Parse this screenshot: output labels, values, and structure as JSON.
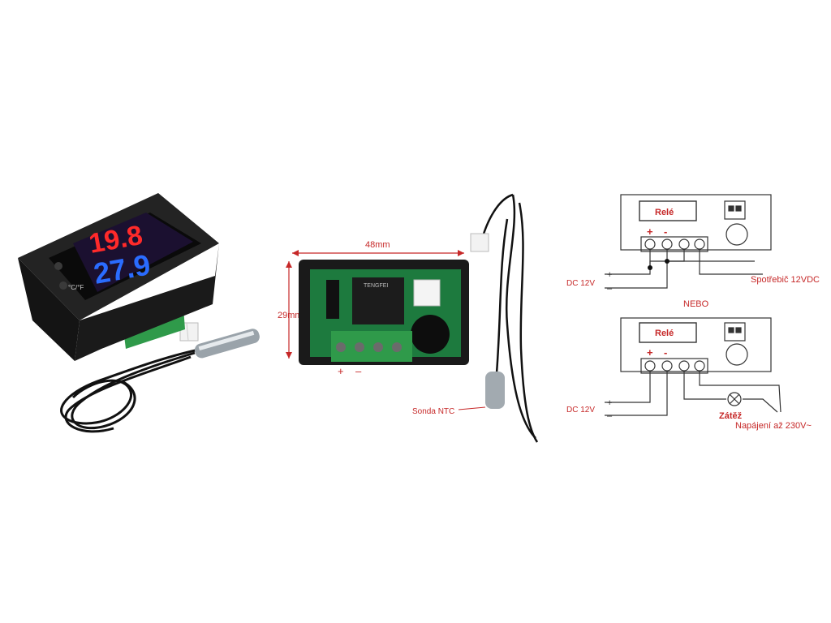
{
  "thermostat": {
    "display_top": "19.8",
    "display_bottom": "27.9",
    "unit_label": "°C/°F",
    "colors": {
      "top_digits": "#ff2a2a",
      "bottom_digits": "#2a6cff",
      "case": "#1c1c1c",
      "terminal": "#2f9a4a"
    }
  },
  "board": {
    "width_label": "48mm",
    "height_label": "29mm",
    "relay_text": "TENGFEI",
    "plus_label": "+",
    "minus_label": "–",
    "probe_label": "Sonda NTC",
    "colors": {
      "pcb": "#1d7a3e",
      "dimension": "#c62828"
    }
  },
  "diagram1": {
    "relay_label": "Relé",
    "plus": "+",
    "minus": "-",
    "dc_label": "DC 12V",
    "dc_plus": "+",
    "dc_minus": "–",
    "load_label": "Spotřebič 12VDC"
  },
  "separator": "NEBO",
  "diagram2": {
    "relay_label": "Relé",
    "plus": "+",
    "minus": "-",
    "dc_label": "DC 12V",
    "dc_plus": "+",
    "dc_minus": "–",
    "load_label": "Zátěž",
    "supply_label": "Napájení až 230V~"
  },
  "colors": {
    "label_red": "#c62828",
    "diagram_line": "#333333"
  }
}
